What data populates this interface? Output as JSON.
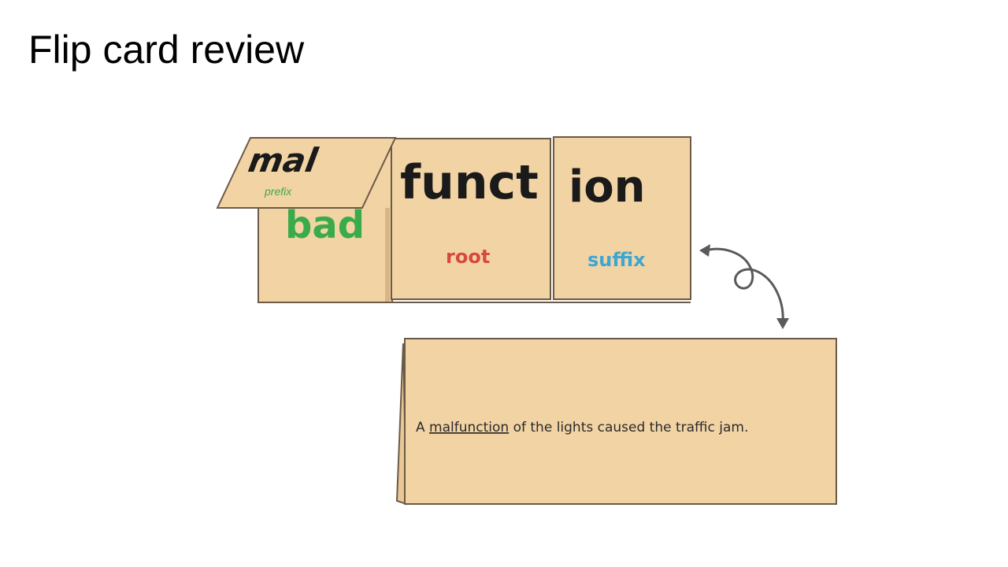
{
  "slide": {
    "title": "Flip card review"
  },
  "card": {
    "flap": {
      "word_part": "mal",
      "label": "prefix"
    },
    "under_flap": {
      "meaning": "bad"
    },
    "root_panel": {
      "word_part": "funct",
      "label": "root"
    },
    "suffix_panel": {
      "word_part": "ion",
      "label": "suffix"
    }
  },
  "back_card": {
    "sentence_before": "A ",
    "underlined_word": "malfunction",
    "sentence_after": " of the lights caused the traffic jam."
  },
  "colors": {
    "card_fill": "#f2d3a4",
    "card_stroke": "#6b5a47",
    "prefix_green": "#3aab4a",
    "root_red": "#d64a3c",
    "suffix_blue": "#3fa6d2",
    "arrow": "#5a5a5a"
  }
}
